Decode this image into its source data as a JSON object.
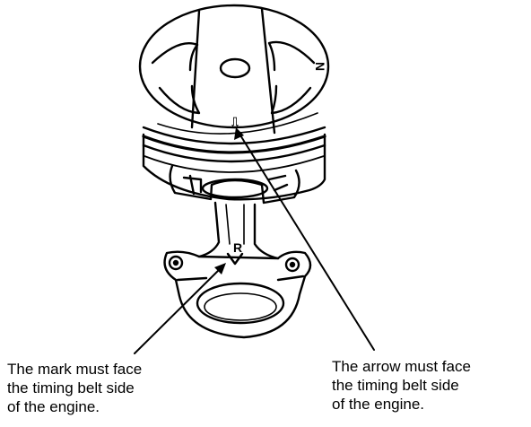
{
  "diagram": {
    "marks": {
      "piston_crown_letter": "N",
      "rod_letter": "R",
      "arrow_glyph": "⇩"
    },
    "callouts": {
      "mark": {
        "lines": [
          "The mark must face",
          "the timing belt side",
          "of the engine."
        ]
      },
      "arrow": {
        "lines": [
          "The arrow must face",
          "the timing belt side",
          "of the engine."
        ]
      }
    }
  },
  "colors": {
    "ink": "#000000",
    "paper": "#ffffff"
  }
}
